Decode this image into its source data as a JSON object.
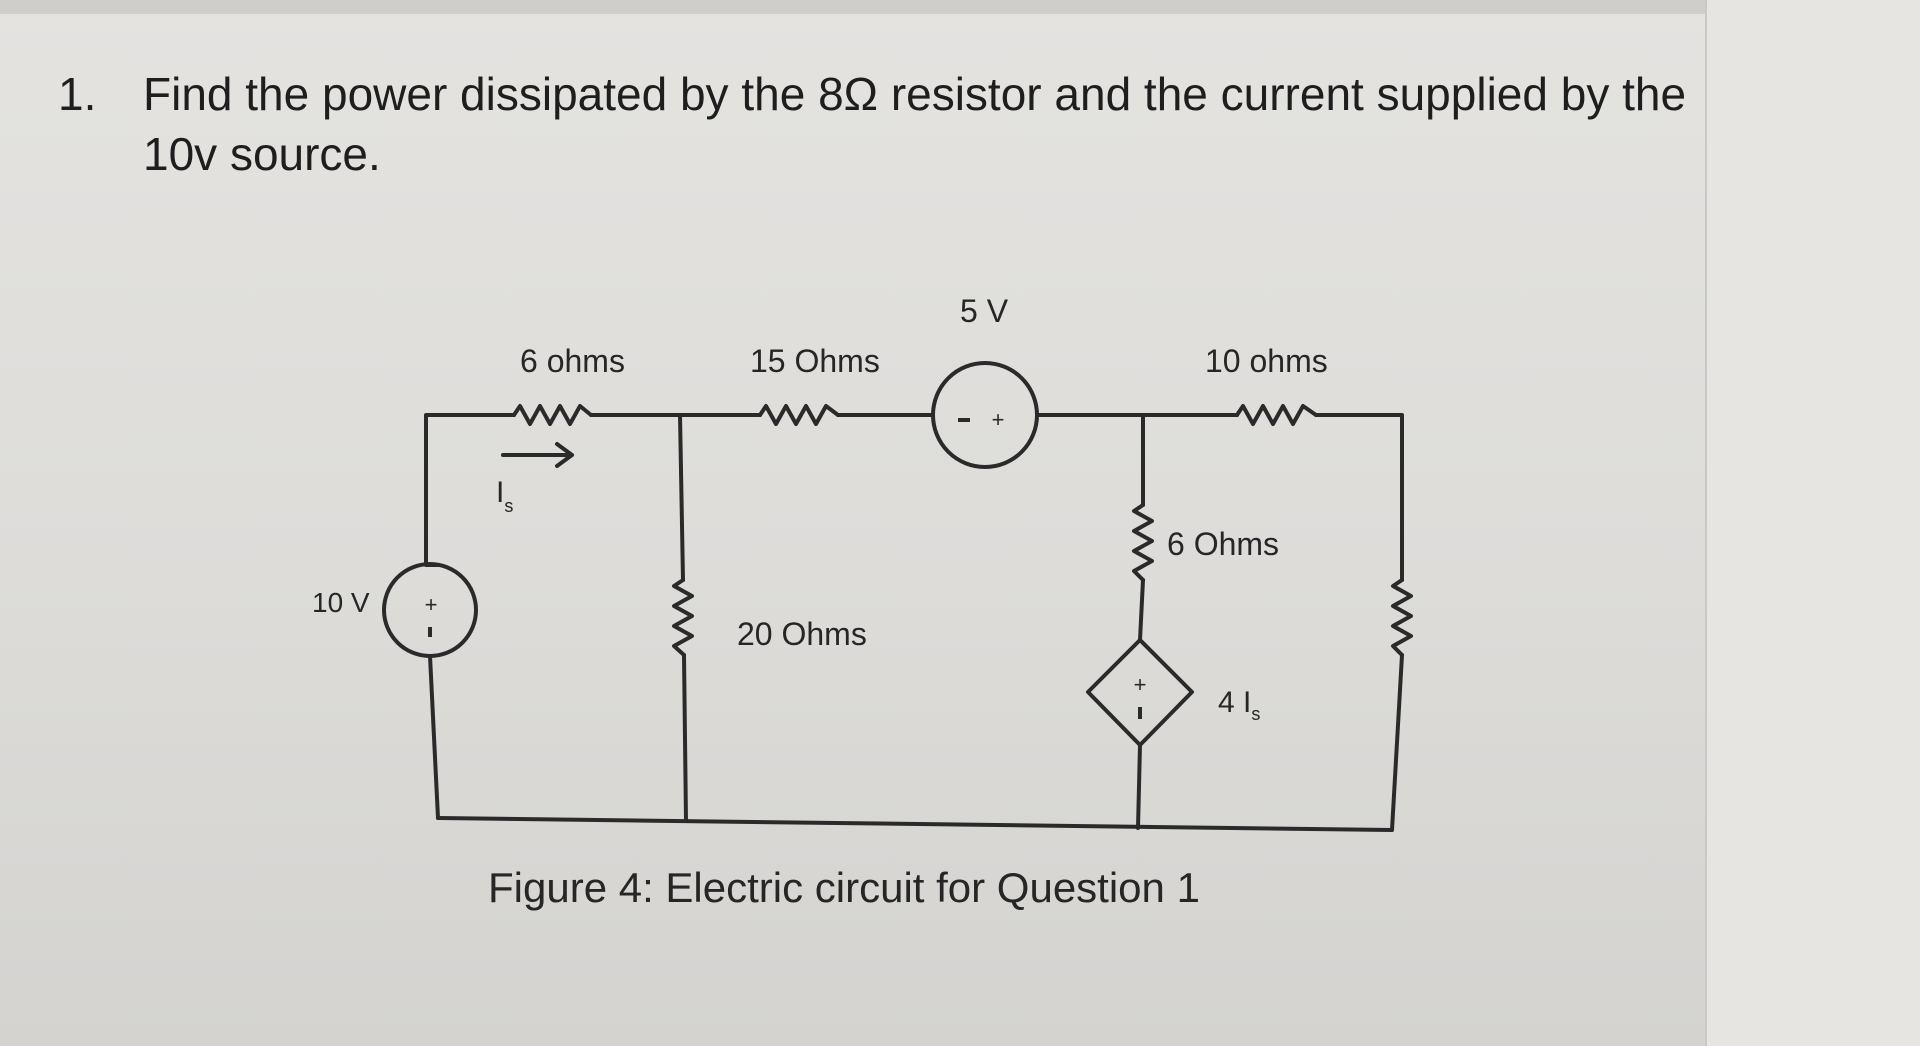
{
  "question": {
    "number": "1.",
    "text": "Find the power dissipated by the 8Ω resistor and the current supplied by the 10v source."
  },
  "circuit": {
    "labels": {
      "source_10v": "10 V",
      "r_6_top": "6 ohms",
      "r_15": "15 Ohms",
      "source_5v": "5 V",
      "r_10": "10 ohms",
      "r_6_mid": "6 Ohms",
      "r_20": "20 Ohms",
      "dep_source": "4 I",
      "dep_source_sub": "s",
      "current_is": "I",
      "current_is_sub": "s"
    }
  },
  "caption": "Figure 4: Electric circuit for Question 1"
}
